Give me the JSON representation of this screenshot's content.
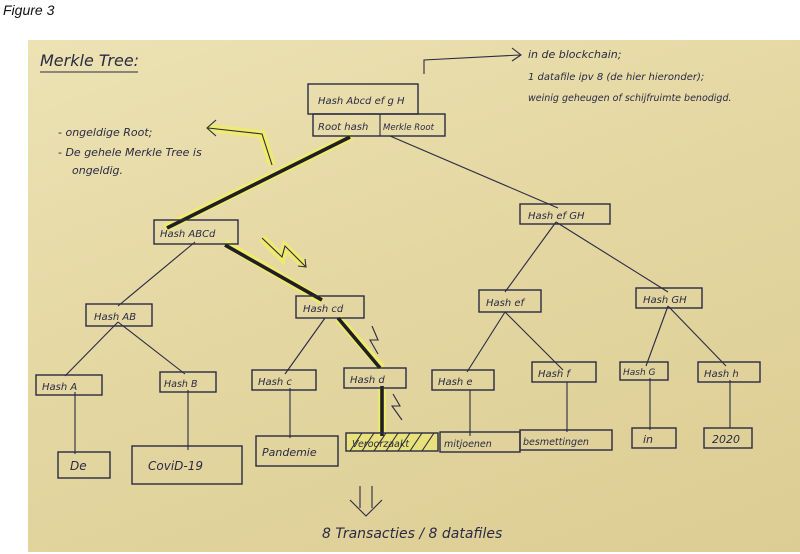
{
  "caption": "Figure 3",
  "title": "Merkle Tree:",
  "notes": {
    "top_right": [
      "in de blockchain;",
      "1 datafile ipv 8 (de hier hieronder);",
      "weinig geheugen of schijfruimte benodigd."
    ],
    "left": [
      "- ongeldige Root;",
      "- De gehele Merkle Tree is",
      "ongeldig."
    ],
    "bottom": "8 Transacties / 8 datafiles",
    "bottom_arrow": "⇊"
  },
  "nodes": {
    "root_top": "Hash Abcd ef g H",
    "root_left": "Root hash",
    "root_right": "Merkle Root",
    "abcd": "Hash ABCd",
    "efgh": "Hash ef GH",
    "ab": "Hash AB",
    "cd": "Hash cd",
    "ef": "Hash ef",
    "gh": "Hash GH",
    "a": "Hash A",
    "b": "Hash B",
    "c": "Hash c",
    "d": "Hash d",
    "e": "Hash e",
    "f": "Hash f",
    "g": "Hash G",
    "h": "Hash h"
  },
  "leaves": [
    "De",
    "CoviD-19",
    "Pandemie",
    "Veroorzaakt",
    "mitjoenen",
    "besmettingen",
    "in",
    "2020"
  ]
}
